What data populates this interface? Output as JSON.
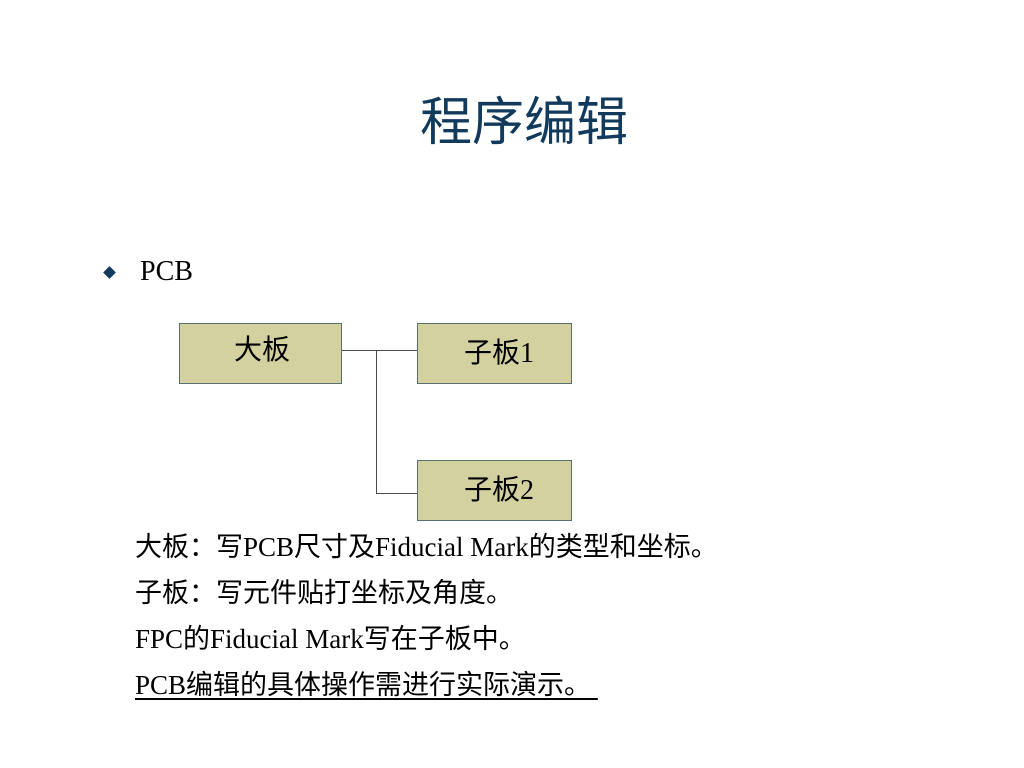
{
  "slide": {
    "title": "程序编辑",
    "bullet": {
      "icon": "diamond-bullet-icon",
      "text": "PCB"
    },
    "diagram": {
      "boxes": {
        "big_board": "大板",
        "sub_board_1": "子板1",
        "sub_board_2": "子板2"
      },
      "box_fill": "#d3d1a0",
      "box_border": "#5a6f6f"
    },
    "notes": [
      "大板：写PCB尺寸及Fiducial Mark的类型和坐标。",
      "子板：写元件贴打坐标及角度。",
      "FPC的Fiducial Mark写在子板中。",
      "PCB编辑的具体操作需进行实际演示。 "
    ],
    "colors": {
      "title": "#123a5c",
      "bullet": "#123a5c"
    }
  }
}
